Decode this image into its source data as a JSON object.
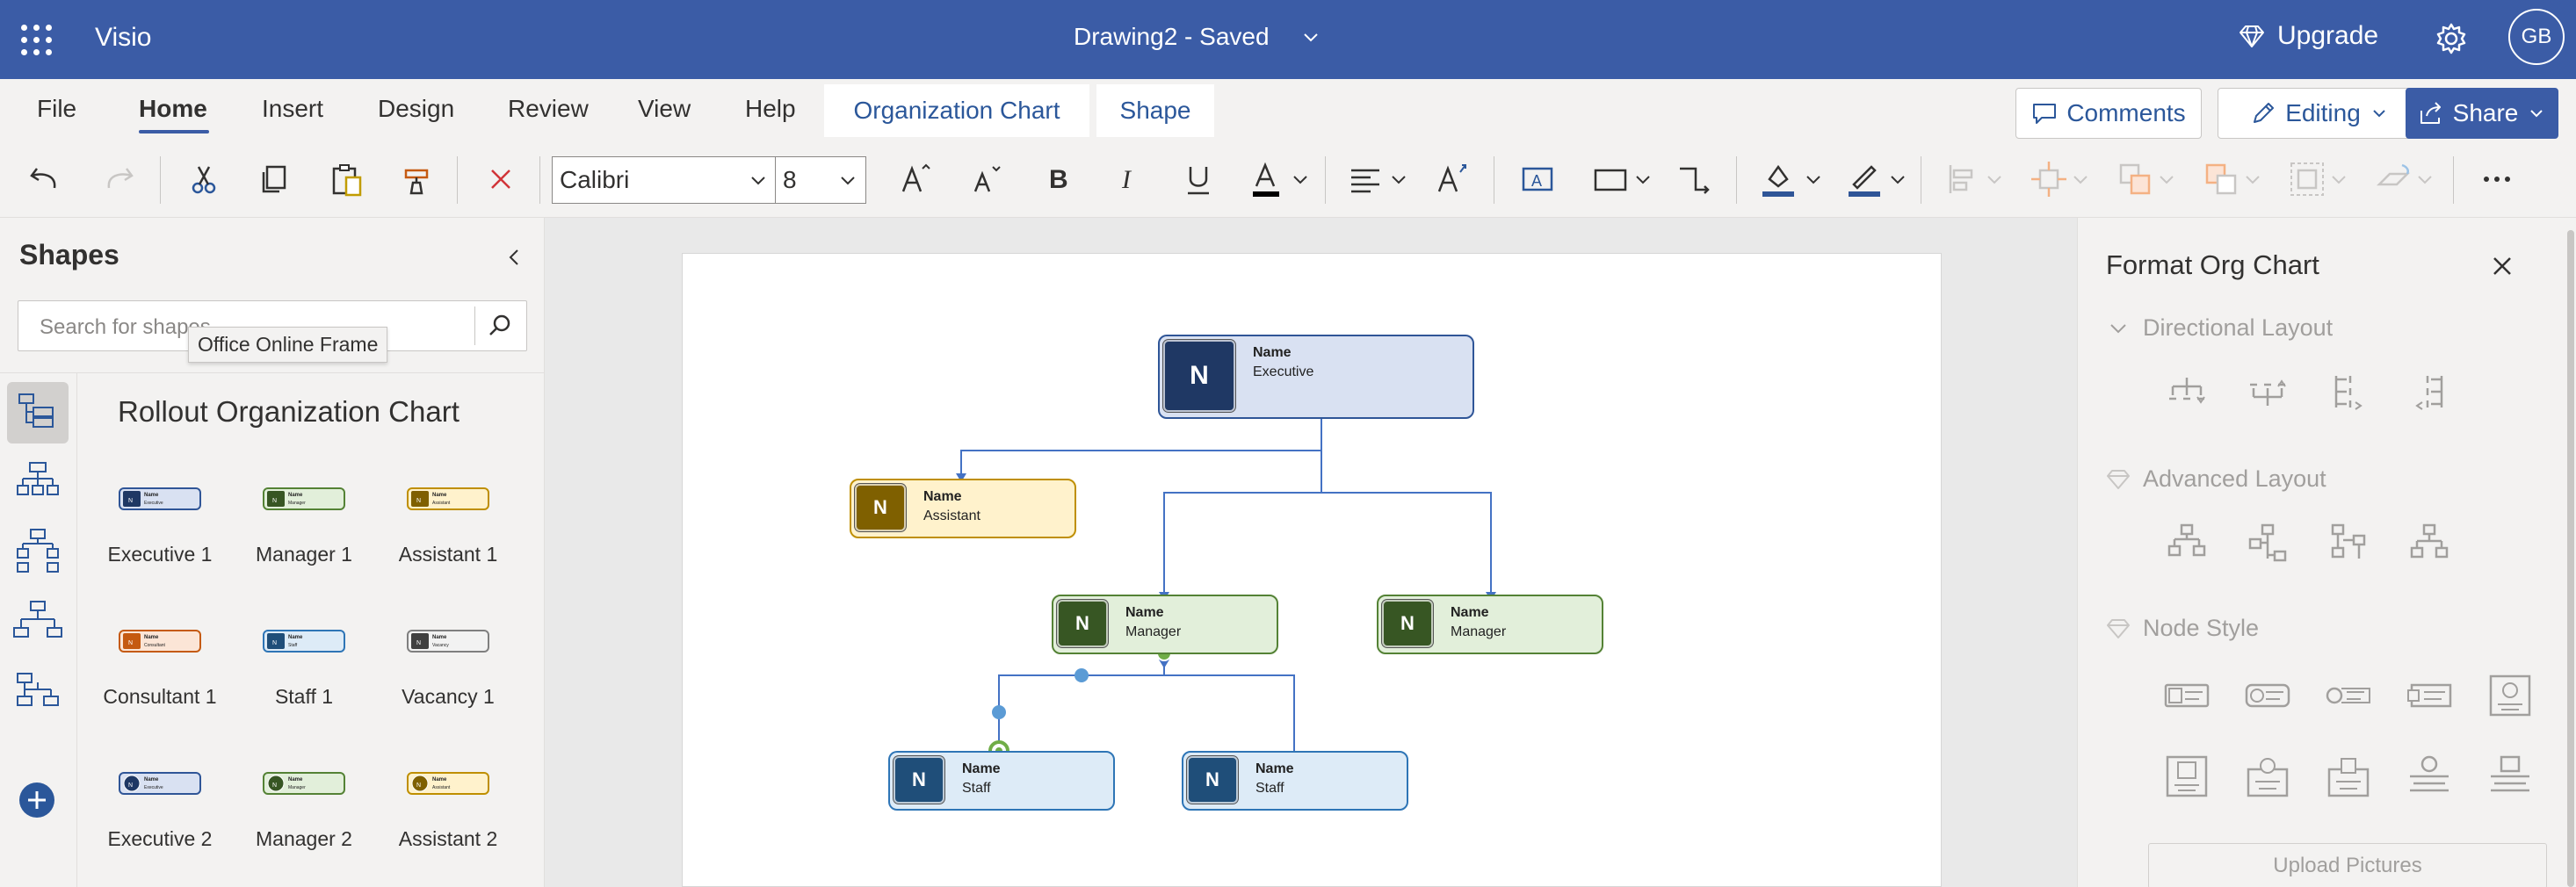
{
  "app": {
    "name": "Visio",
    "doc_title": "Drawing2  -  Saved",
    "upgrade_label": "Upgrade",
    "avatar_initials": "GB"
  },
  "menu": {
    "items": [
      "File",
      "Home",
      "Insert",
      "Design",
      "Review",
      "View",
      "Help"
    ],
    "context_tabs": [
      "Organization Chart",
      "Shape"
    ],
    "comments_label": "Comments",
    "editing_label": "Editing",
    "share_label": "Share"
  },
  "toolbar": {
    "font_name": "Calibri",
    "font_size": "8"
  },
  "shapes_panel": {
    "title": "Shapes",
    "search_placeholder": "Search for shapes",
    "tooltip": "Office Online Frame",
    "stencil_name": "Rollout Organization Chart",
    "shapes": [
      {
        "label": "Executive 1",
        "color": "#1f3864",
        "fill": "#d9e1f2",
        "border": "#2f5597"
      },
      {
        "label": "Manager 1",
        "color": "#375623",
        "fill": "#e2efda",
        "border": "#548235"
      },
      {
        "label": "Assistant 1",
        "color": "#7f6000",
        "fill": "#fff2cc",
        "border": "#bf8f00"
      },
      {
        "label": "Consultant 1",
        "color": "#c55a11",
        "fill": "#fbe5d6",
        "border": "#c55a11"
      },
      {
        "label": "Staff 1",
        "color": "#1f4e79",
        "fill": "#ddebf7",
        "border": "#2e75b6"
      },
      {
        "label": "Vacancy 1",
        "color": "#404040",
        "fill": "#f2f2f2",
        "border": "#7f7f7f"
      },
      {
        "label": "Executive 2",
        "color": "#1f3864",
        "fill": "#d9e1f2",
        "border": "#2f5597"
      },
      {
        "label": "Manager 2",
        "color": "#375623",
        "fill": "#e2efda",
        "border": "#548235"
      },
      {
        "label": "Assistant 2",
        "color": "#7f6000",
        "fill": "#fff2cc",
        "border": "#bf8f00"
      }
    ],
    "thumb_name": "Name",
    "thumb_titles": [
      "Executive",
      "Manager",
      "Assistant",
      "Consultant",
      "Staff",
      "Vacancy",
      "Executive",
      "Manager",
      "Assistant"
    ]
  },
  "org_chart": {
    "nodes": [
      {
        "id": "exec",
        "initial": "N",
        "name": "Name",
        "title": "Executive",
        "badge": "#1f3864",
        "fill": "#d9e1f2",
        "border": "#2f5597"
      },
      {
        "id": "asst",
        "initial": "N",
        "name": "Name",
        "title": "Assistant",
        "badge": "#7f6000",
        "fill": "#fff2cc",
        "border": "#bf8f00"
      },
      {
        "id": "mgr1",
        "initial": "N",
        "name": "Name",
        "title": "Manager",
        "badge": "#375623",
        "fill": "#e2efda",
        "border": "#548235"
      },
      {
        "id": "mgr2",
        "initial": "N",
        "name": "Name",
        "title": "Manager",
        "badge": "#375623",
        "fill": "#e2efda",
        "border": "#548235"
      },
      {
        "id": "staff1",
        "initial": "N",
        "name": "Name",
        "title": "Staff",
        "badge": "#1f4e79",
        "fill": "#ddebf7",
        "border": "#2e75b6"
      },
      {
        "id": "staff2",
        "initial": "N",
        "name": "Name",
        "title": "Staff",
        "badge": "#1f4e79",
        "fill": "#ddebf7",
        "border": "#2e75b6"
      }
    ],
    "connector_color": "#4472c4"
  },
  "format_panel": {
    "title": "Format Org Chart",
    "sections": [
      "Directional Layout",
      "Advanced Layout",
      "Node Style"
    ],
    "upload_label": "Upload Pictures"
  },
  "colors": {
    "accent": "#3b5ca6",
    "delete_red": "#d13438",
    "fill_blue": "#2f5597"
  }
}
